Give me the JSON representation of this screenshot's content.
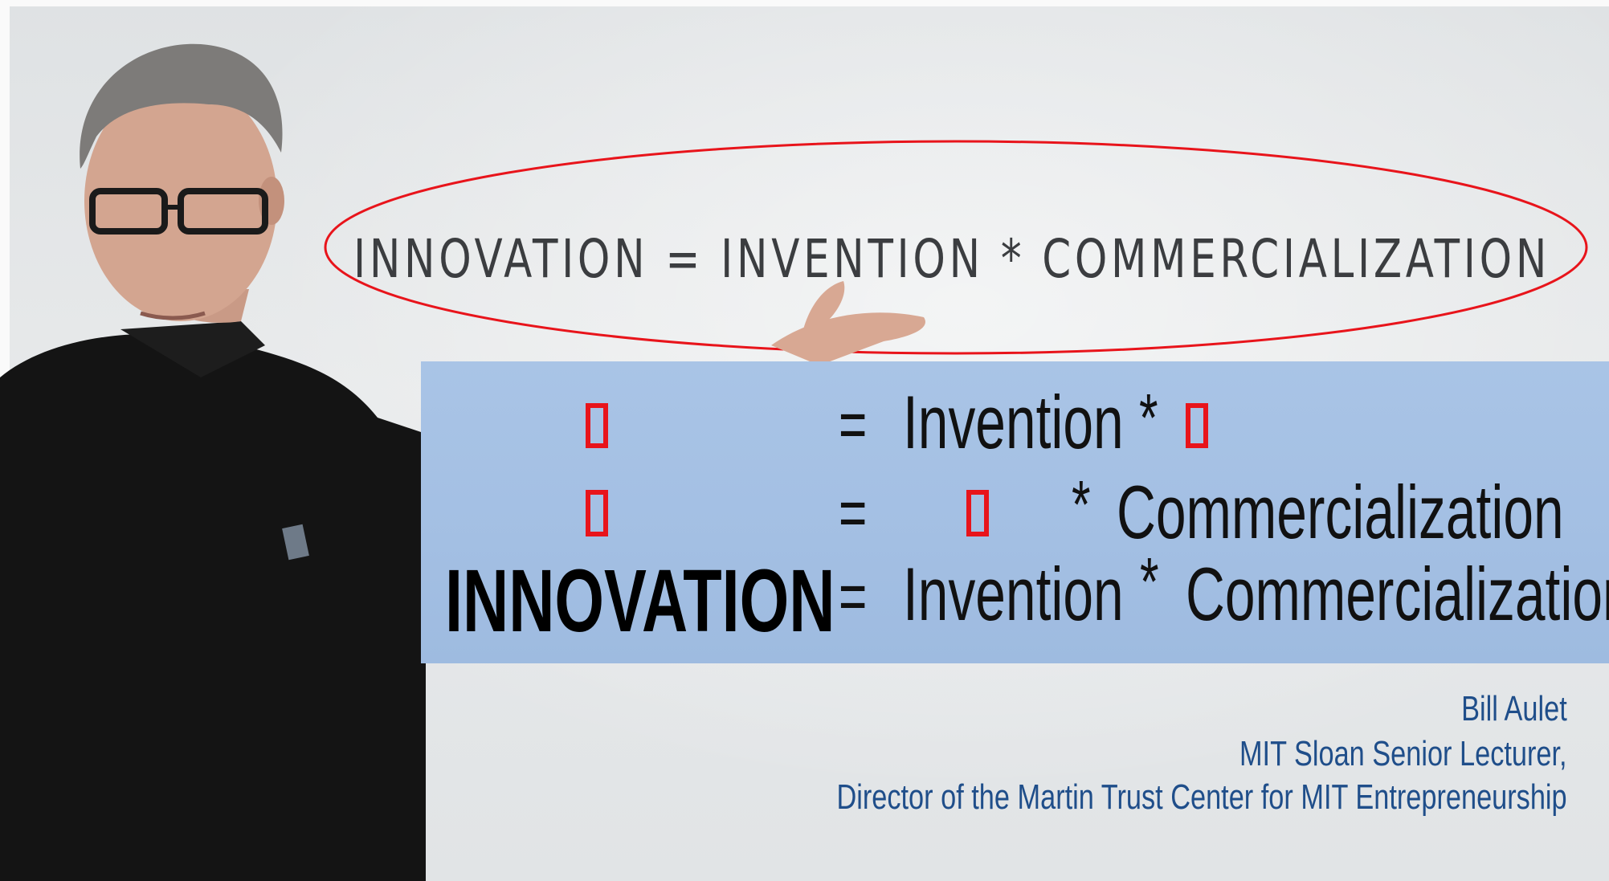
{
  "whiteboard": {
    "handwritten_equation": "INNOVATION = INVENTION * COMMERCIALIZATION",
    "ellipse_color": "#e8141b"
  },
  "equations": {
    "row1": {
      "equals": "=",
      "invention": "Invention",
      "times": "*"
    },
    "row2": {
      "equals": "=",
      "times": "*",
      "commercialization": "Commercialization"
    },
    "row3": {
      "innovation": "INNOVATION",
      "equals": "=",
      "invention": "Invention",
      "times": "*",
      "commercialization": "Commercialization"
    },
    "placeholder_color": "#e8141b",
    "panel_color": "#a6c2e5"
  },
  "credit": {
    "name": "Bill Aulet",
    "title_line1": "MIT Sloan Senior Lecturer,",
    "title_line2": "Director of the Martin Trust Center for MIT Entrepreneurship",
    "color": "#1f4e8a"
  }
}
